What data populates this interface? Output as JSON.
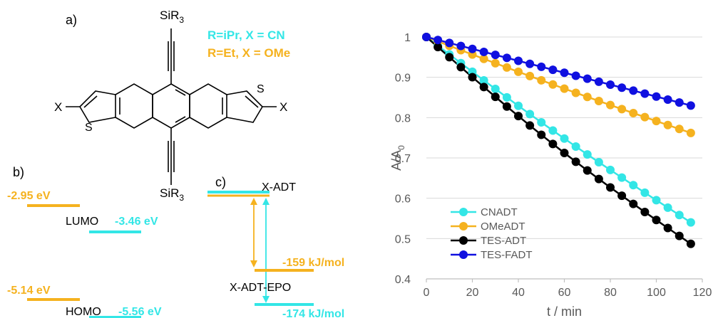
{
  "colors": {
    "cyan": "#33e6e6",
    "orange": "#f5b21f",
    "black": "#000000",
    "blue": "#1010e0",
    "grid": "#d9d9d9",
    "axis": "#bfbfbf",
    "text": "#595959"
  },
  "panel_a": {
    "label": "a)",
    "silyl_top": "SiR",
    "silyl_sub": "3",
    "silyl_bottom": "SiR",
    "x_left": "X",
    "x_right": "X",
    "s_left": "S",
    "s_right": "S",
    "legend_cyan": "R=iPr, X = CN",
    "legend_orange": "R=Et, X = OMe"
  },
  "panel_b": {
    "label": "b)",
    "lumo_orange": "-2.95 eV",
    "lumo_label": "LUMO",
    "lumo_cyan": "-3.46 eV",
    "homo_orange": "-5.14 eV",
    "homo_label": "HOMO",
    "homo_cyan": "-5.56 eV"
  },
  "panel_c": {
    "label": "c)",
    "top_label": "X-ADT",
    "bottom_label": "X-ADT-EPO",
    "orange_energy": "-159 kJ/mol",
    "cyan_energy": "-174 kJ/mol"
  },
  "chart_data": {
    "type": "line",
    "xlabel": "t / min",
    "ylabel": "A/A",
    "ylabel_sub": "0",
    "xlim": [
      0,
      120
    ],
    "ylim": [
      0.4,
      1.0
    ],
    "xticks": [
      0,
      20,
      40,
      60,
      80,
      100,
      120
    ],
    "yticks": [
      0.4,
      0.5,
      0.6,
      0.7,
      0.8,
      0.9,
      1
    ],
    "grid": "horizontal",
    "legend_position": "bottom-left",
    "series": [
      {
        "name": "CNADT",
        "color": "#33e6e6",
        "x0": 0,
        "dx": 5,
        "start": 1.0,
        "end": 0.54,
        "count": 24,
        "curvature": 0.012
      },
      {
        "name": "OMeADT",
        "color": "#f5b21f",
        "x0": 0,
        "dx": 5,
        "start": 1.0,
        "end": 0.762,
        "count": 24,
        "curvature": 0.004
      },
      {
        "name": "TES-ADT",
        "color": "#000000",
        "x0": 0,
        "dx": 5,
        "start": 1.0,
        "end": 0.487,
        "count": 24,
        "curvature": 0.02
      },
      {
        "name": "TES-FADT",
        "color": "#1010e0",
        "x0": 0,
        "dx": 5,
        "start": 1.0,
        "end": 0.83,
        "count": 24,
        "curvature": 0.0
      }
    ]
  }
}
